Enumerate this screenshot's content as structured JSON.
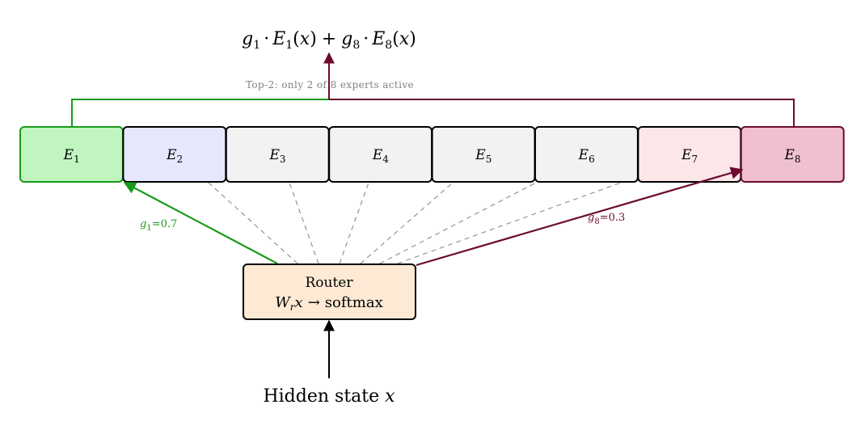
{
  "output_formula": {
    "g": "g",
    "sub1": "1",
    "E": "E",
    "sub8": "8",
    "x": "x",
    "dot": "·",
    "plus": "+",
    "lparen": "(",
    "rparen": ")"
  },
  "note": "Top-2: only 2 of 8 experts active",
  "experts": [
    {
      "letter": "E",
      "sub": "1",
      "state": "selected-1"
    },
    {
      "letter": "E",
      "sub": "2",
      "state": "tinted"
    },
    {
      "letter": "E",
      "sub": "3",
      "state": "idle"
    },
    {
      "letter": "E",
      "sub": "4",
      "state": "idle"
    },
    {
      "letter": "E",
      "sub": "5",
      "state": "idle"
    },
    {
      "letter": "E",
      "sub": "6",
      "state": "idle"
    },
    {
      "letter": "E",
      "sub": "7",
      "state": "tinted-pink"
    },
    {
      "letter": "E",
      "sub": "8",
      "state": "selected-8"
    }
  ],
  "gate1": {
    "g": "g",
    "sub": "1",
    "value": "=0.7"
  },
  "gate8": {
    "g": "g",
    "sub": "8",
    "value": "=0.3"
  },
  "router": {
    "title": "Router",
    "W": "W",
    "W_sub": "r",
    "x": "x",
    "arrow": "→",
    "fn": "softmax"
  },
  "input": {
    "label": "Hidden state ",
    "var": "x"
  },
  "colors": {
    "green": "#1a9a1a",
    "maroon": "#6b0a2e",
    "selected_1_fill": "#c0f5c0",
    "selected_8_fill": "#f0c0d0",
    "tinted_fill": "#e6e6fc",
    "tinted_pink_fill": "#fde6e8",
    "idle_fill": "#f2f2f2",
    "router_fill": "#fde9d4",
    "dash": "#8a8a8a",
    "note": "#808080"
  }
}
